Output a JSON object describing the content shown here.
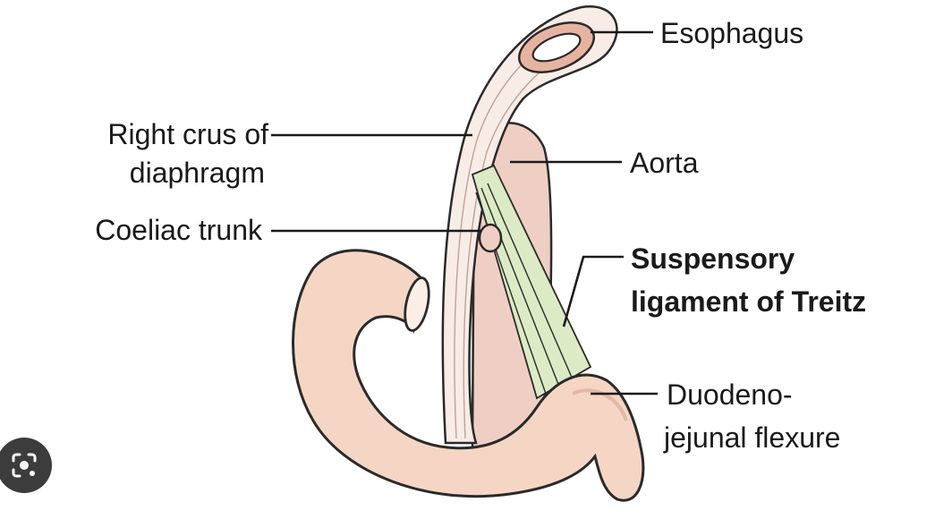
{
  "labels": {
    "esophagus": "Esophagus",
    "right_crus_line1": "Right crus of",
    "right_crus_line2": "diaphragm",
    "aorta": "Aorta",
    "coeliac_trunk": "Coeliac trunk",
    "treitz_line1": "Suspensory",
    "treitz_line2": "ligament of Treitz",
    "dj_line1": "Duodeno-",
    "dj_line2": "jejunal flexure"
  },
  "colors": {
    "duodenum_fill": "#f5d6c4",
    "aorta_fill": "#efcfc4",
    "crus_fill": "#f8ece6",
    "ligament_fill": "#dcebc5",
    "outline": "#2a2a2a"
  },
  "overlay": {
    "icon": "lens-search-icon"
  }
}
